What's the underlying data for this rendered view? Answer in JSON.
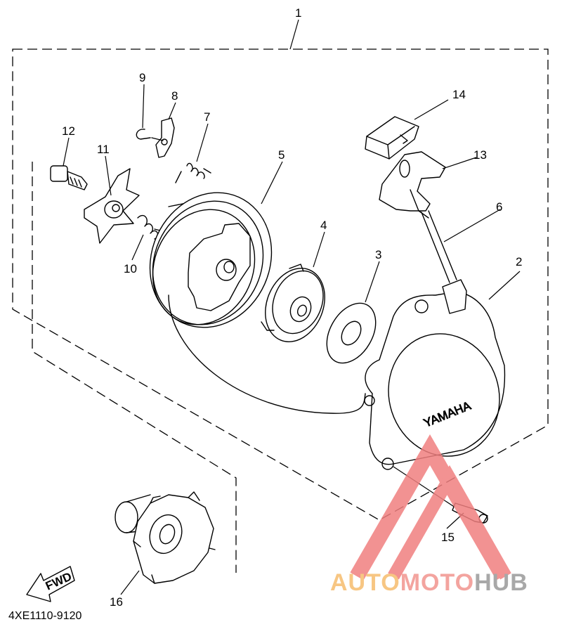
{
  "diagram": {
    "part_code": "4XE1110-9120",
    "fwd_label": "FWD",
    "cover_text": "YAMAHA",
    "callouts": [
      "1",
      "2",
      "3",
      "4",
      "5",
      "6",
      "7",
      "8",
      "9",
      "10",
      "11",
      "12",
      "13",
      "14",
      "15",
      "16"
    ]
  },
  "watermark": {
    "part1": "AUTO",
    "part2": "MOTO",
    "part3": "HUB",
    "colors": {
      "auto": "#f6bd6e",
      "moto": "#f2958f",
      "hub": "#9a9a9a",
      "triangle": "#f07f7f"
    }
  }
}
